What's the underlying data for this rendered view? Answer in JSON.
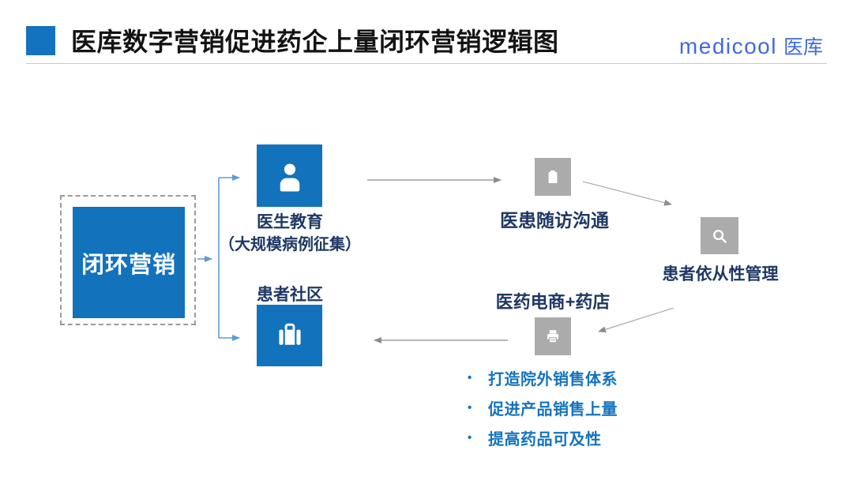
{
  "header": {
    "title": "医库数字营销促进药企上量闭环营销逻辑图",
    "logo": {
      "brand": "medicool",
      "suffix": "医库"
    }
  },
  "diagram": {
    "core": {
      "label": "闭环营销"
    },
    "doctor_education": {
      "title": "医生教育",
      "subtitle": "（大规模病例征集）",
      "icon": "person-icon"
    },
    "patient_community": {
      "title": "患者社区",
      "icon": "briefcase-icon"
    },
    "followup": {
      "title": "医患随访沟通",
      "icon": "clipboard-icon"
    },
    "compliance": {
      "title": "患者依从性管理",
      "icon": "search-icon"
    },
    "ecommerce": {
      "title": "医药电商+药店",
      "icon": "printer-icon",
      "bullets": [
        "打造院外销售体系",
        "促进产品销售上量",
        "提高药品可及性"
      ]
    }
  },
  "colors": {
    "primary_blue": "#1272BC",
    "connector_blue": "#5B9BD5",
    "navy_text": "#1F3864",
    "bullet_blue": "#1473BE",
    "gray_box": "#ABABAB",
    "arrow_gray": "#8C8C8C",
    "logo_blue": "#3D6BDD",
    "title_square_blue": "#1473BE"
  }
}
